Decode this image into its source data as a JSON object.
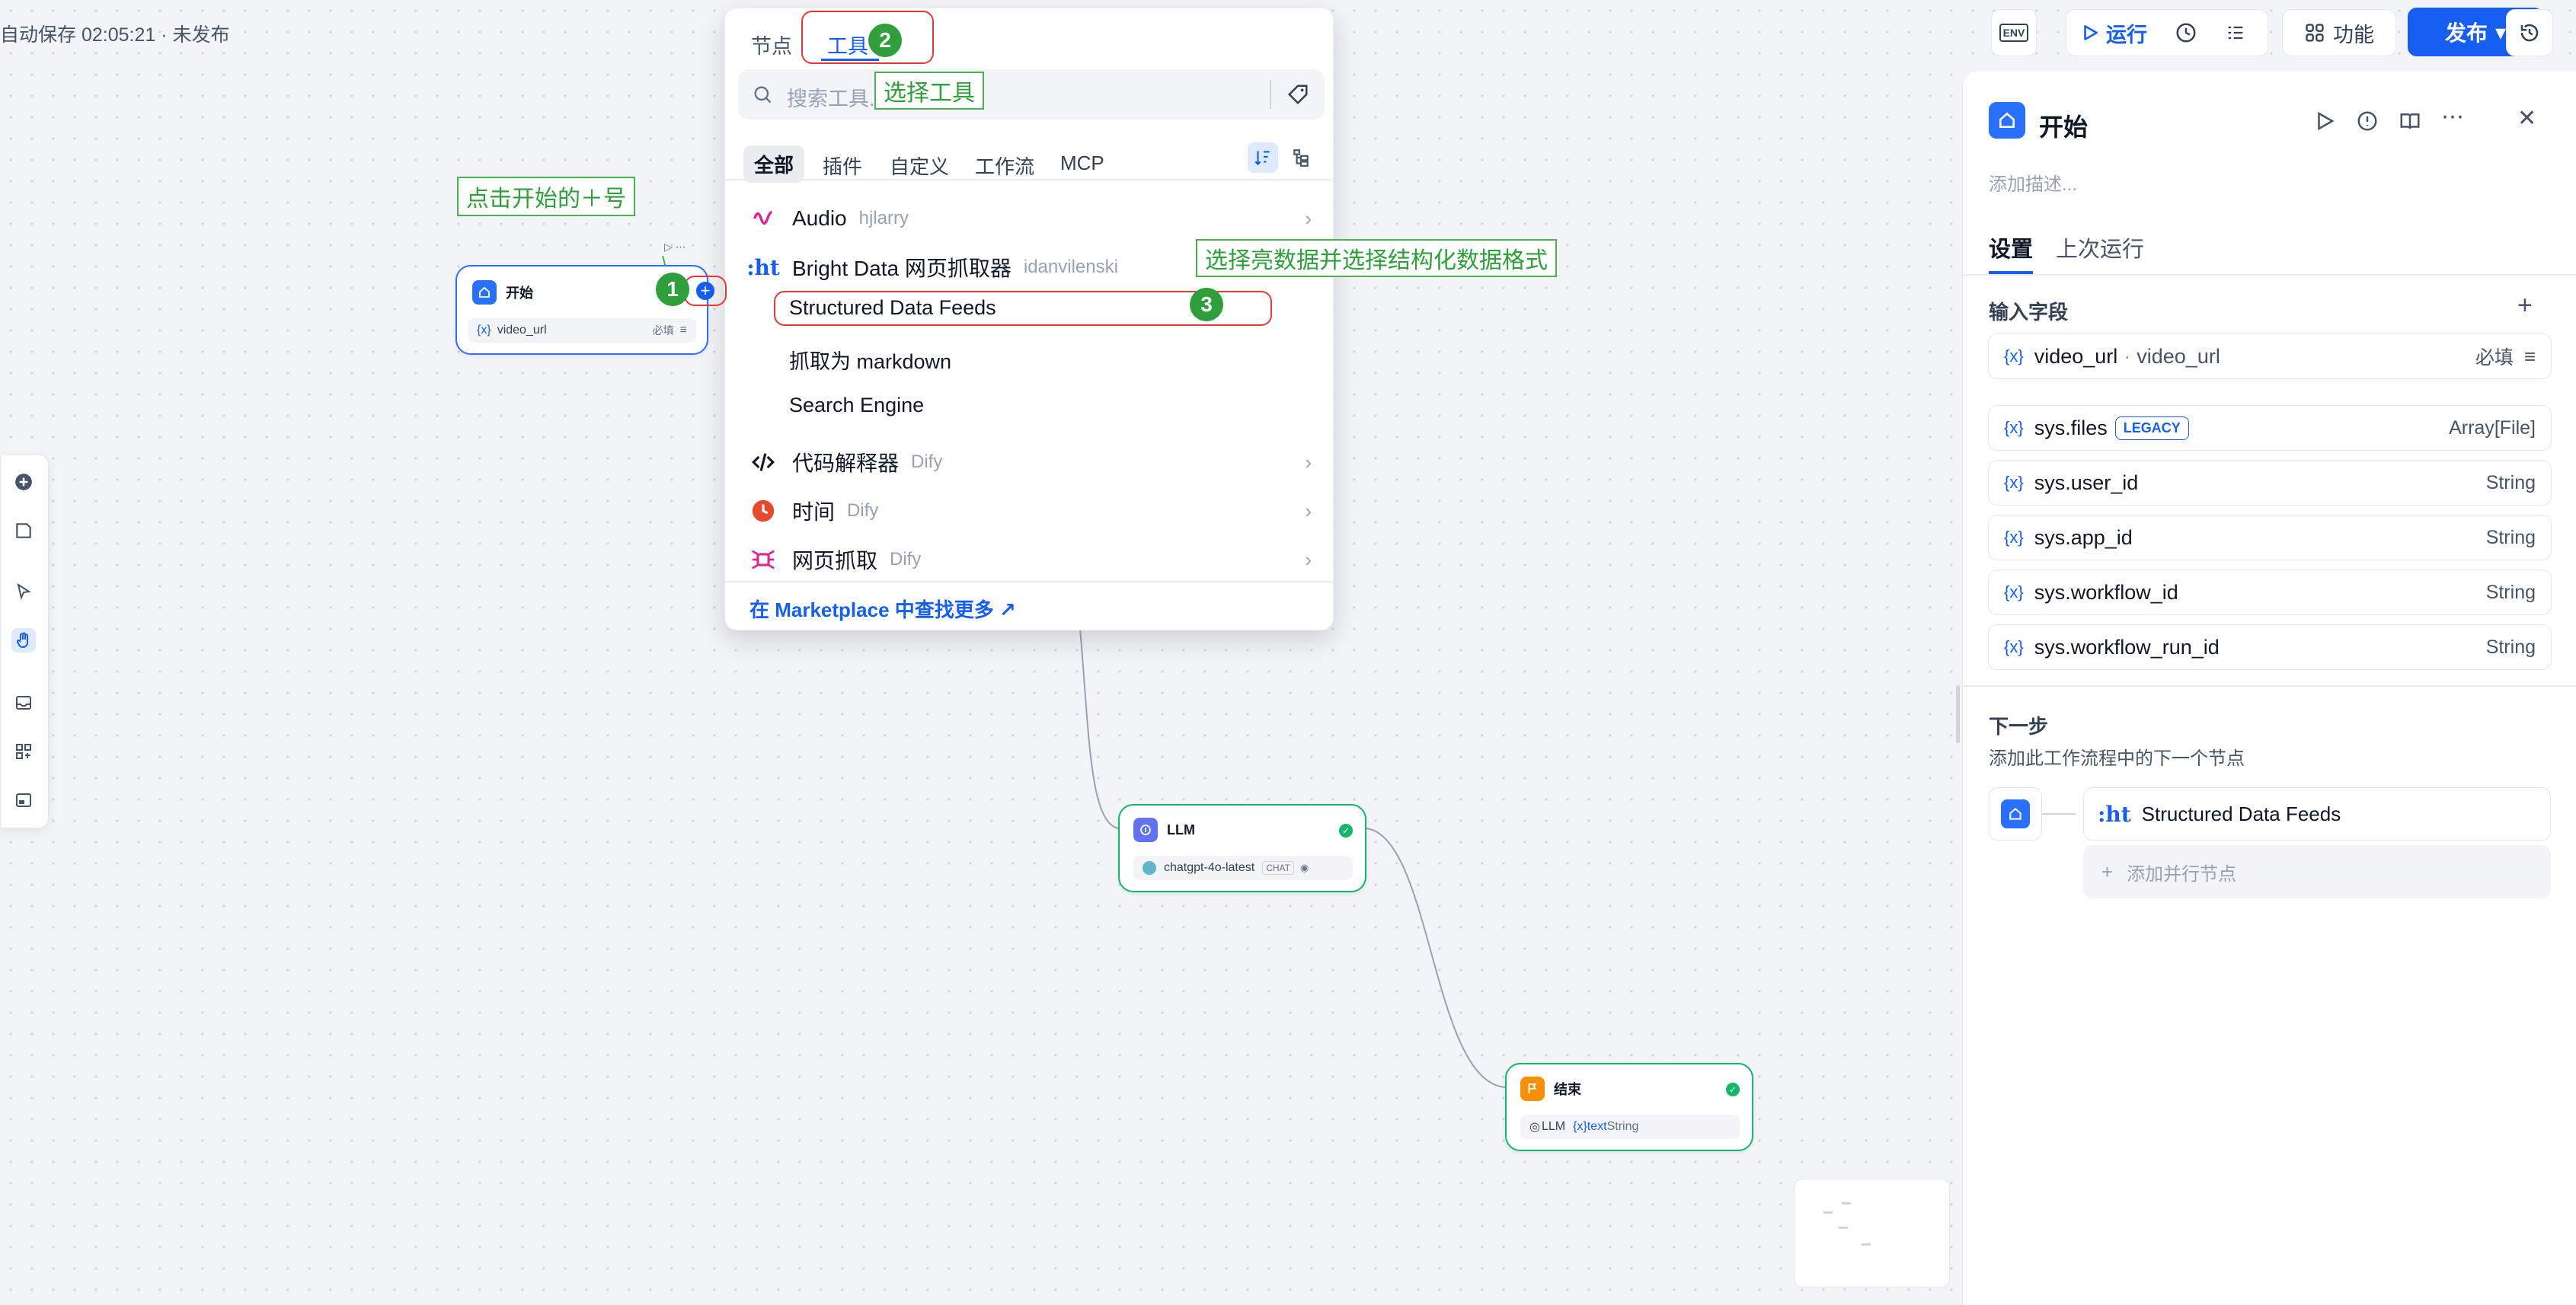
{
  "status": {
    "autosave": "自动保存 02:05:21 · 未发布"
  },
  "toolbar": {
    "env_label": "ENV",
    "run_label": "运行",
    "features_label": "功能",
    "publish_label": "发布"
  },
  "canvas": {
    "start_node": {
      "title": "开始",
      "var": "video_url",
      "required": "必填"
    },
    "llm_node": {
      "title": "LLM",
      "model": "chatgpt-4o-latest",
      "mode": "CHAT"
    },
    "end_node": {
      "title": "结束",
      "src": "LLM",
      "var": "text",
      "type": "String"
    }
  },
  "picker": {
    "tabs": [
      "节点",
      "工具"
    ],
    "search_placeholder": "搜索工具...",
    "filters": [
      "全部",
      "插件",
      "自定义",
      "工作流",
      "MCP"
    ],
    "tools": [
      {
        "name": "Audio",
        "author": "hjlarry"
      },
      {
        "name": "Bright Data 网页抓取器",
        "author": "idanvilenski"
      },
      {
        "name": "代码解释器",
        "author": "Dify"
      },
      {
        "name": "时间",
        "author": "Dify"
      },
      {
        "name": "网页抓取",
        "author": "Dify"
      }
    ],
    "sub_tools": [
      "Structured Data Feeds",
      "抓取为 markdown",
      "Search Engine"
    ],
    "marketplace": "在 Marketplace 中查找更多 ↗"
  },
  "annotations": {
    "step1_text": "点击开始的＋号",
    "step2_text": "选择工具",
    "step3_text": "选择亮数据并选择结构化数据格式",
    "n1": "1",
    "n2": "2",
    "n3": "3"
  },
  "panel": {
    "title": "开始",
    "desc_placeholder": "添加描述...",
    "tabs": [
      "设置",
      "上次运行"
    ],
    "input_fields_label": "输入字段",
    "user_field": {
      "name": "video_url",
      "label": "video_url",
      "required": "必填"
    },
    "sys_fields": [
      {
        "name": "sys.files",
        "badge": "LEGACY",
        "type": "Array[File]"
      },
      {
        "name": "sys.user_id",
        "type": "String"
      },
      {
        "name": "sys.app_id",
        "type": "String"
      },
      {
        "name": "sys.workflow_id",
        "type": "String"
      },
      {
        "name": "sys.workflow_run_id",
        "type": "String"
      }
    ],
    "next_step_label": "下一步",
    "next_step_desc": "添加此工作流程中的下一个节点",
    "next_node": "Structured Data Feeds",
    "add_parallel": "添加并行节点"
  },
  "colors": {
    "accent": "#155eef",
    "annotation": "#2e9f3b",
    "highlight": "#e53935"
  }
}
